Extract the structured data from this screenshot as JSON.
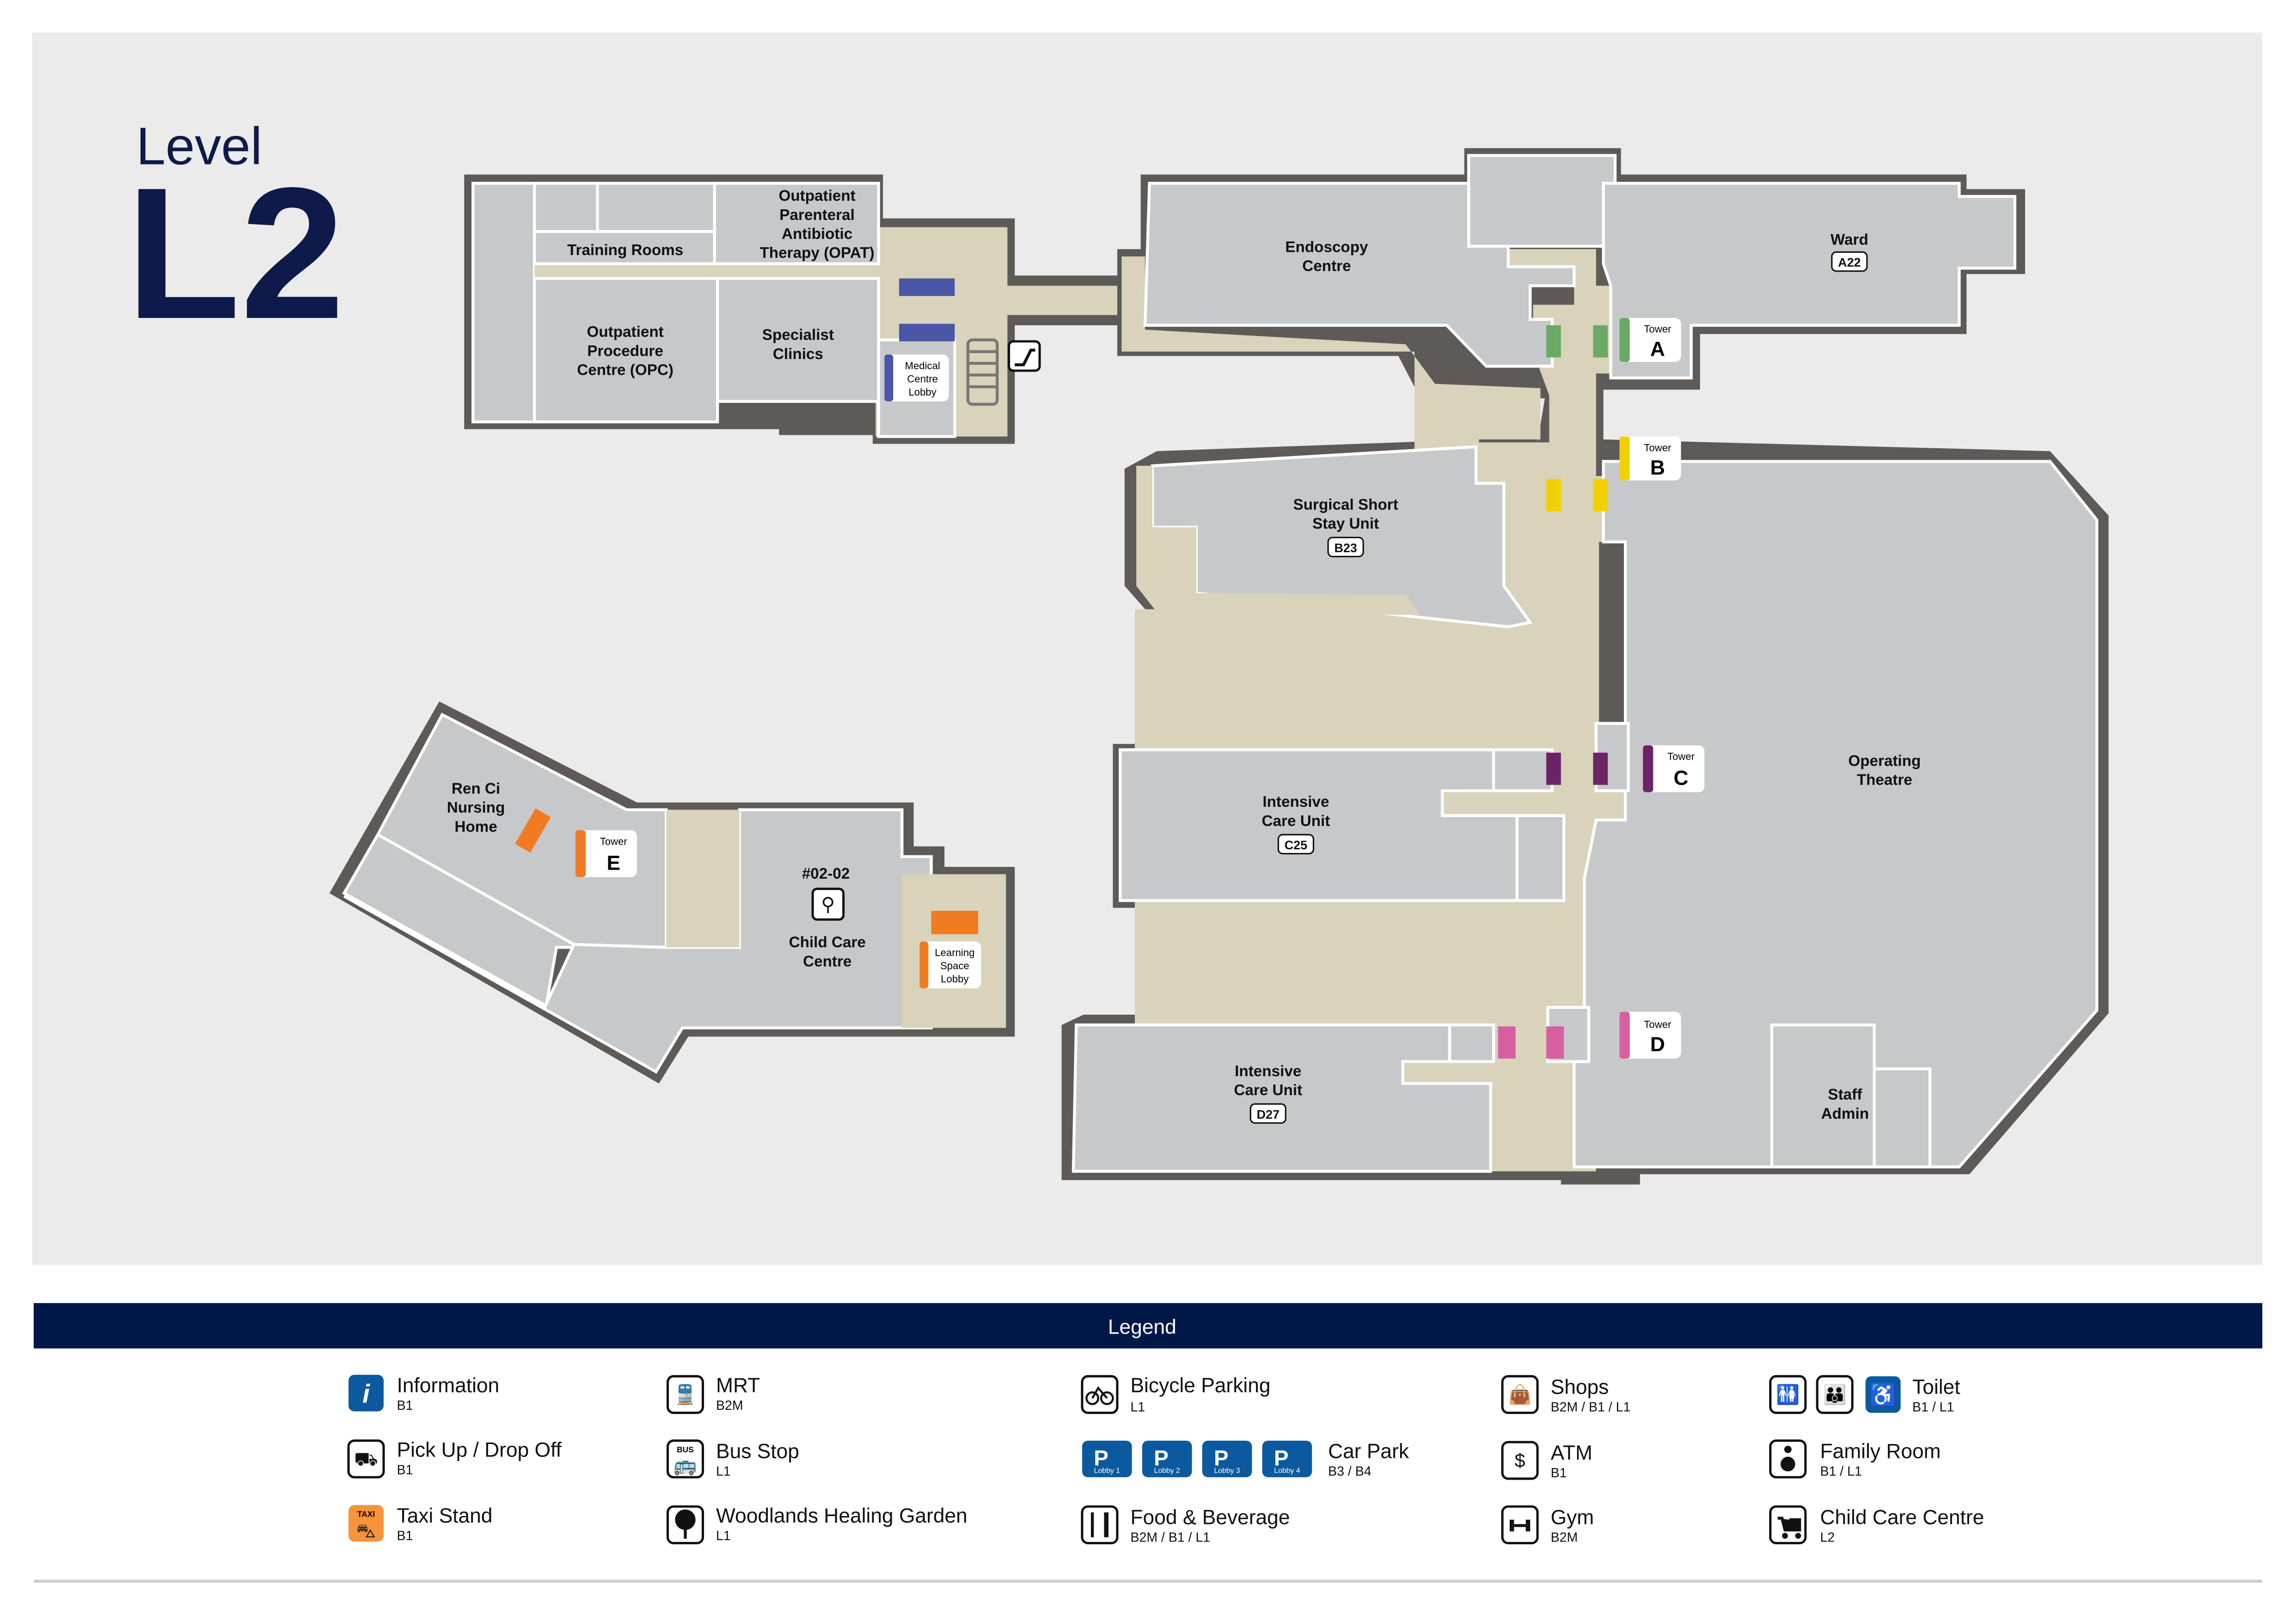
{
  "title": {
    "level_word": "Level",
    "level_code": "L2"
  },
  "areas": {
    "training_rooms": "Training Rooms",
    "opat": [
      "Outpatient",
      "Parenteral",
      "Antibiotic",
      "Therapy (OPAT)"
    ],
    "opc": [
      "Outpatient",
      "Procedure",
      "Centre (OPC)"
    ],
    "specialist": [
      "Specialist",
      "Clinics"
    ],
    "medical_lobby": [
      "Medical",
      "Centre",
      "Lobby"
    ],
    "endoscopy": [
      "Endoscopy",
      "Centre"
    ],
    "ward": {
      "name": "Ward",
      "code": "A22"
    },
    "surgical": {
      "lines": [
        "Surgical Short",
        "Stay Unit"
      ],
      "code": "B23"
    },
    "icu_c": {
      "lines": [
        "Intensive",
        "Care Unit"
      ],
      "code": "C25"
    },
    "icu_d": {
      "lines": [
        "Intensive",
        "Care Unit"
      ],
      "code": "D27"
    },
    "operating": [
      "Operating",
      "Theatre"
    ],
    "staff": [
      "Staff",
      "Admin"
    ],
    "renci": [
      "Ren Ci",
      "Nursing",
      "Home"
    ],
    "childcare": {
      "unit": "#02-02",
      "lines": [
        "Child Care",
        "Centre"
      ]
    },
    "learning_lobby": [
      "Learning",
      "Space",
      "Lobby"
    ]
  },
  "towers": [
    {
      "label": "Tower",
      "letter": "A",
      "color": "#6aaa64"
    },
    {
      "label": "Tower",
      "letter": "B",
      "color": "#f2d000"
    },
    {
      "label": "Tower",
      "letter": "C",
      "color": "#6b2466"
    },
    {
      "label": "Tower",
      "letter": "D",
      "color": "#d65fa0"
    },
    {
      "label": "Tower",
      "letter": "E",
      "color": "#f07b22"
    }
  ],
  "colors": {
    "navy": "#001848",
    "medical_centre": "#4a56a6",
    "corridor": "#d9d3bb",
    "room": "#c7c8ca",
    "wall": "#5e5a57",
    "blue_icon": "#0b5aa0",
    "taxi": "#f7943b"
  },
  "legend": {
    "title": "Legend",
    "items": [
      {
        "name": "Information",
        "levels": "B1",
        "icon": "info-icon"
      },
      {
        "name": "Pick Up / Drop Off",
        "levels": "B1",
        "icon": "pickup-dropoff-icon"
      },
      {
        "name": "Taxi Stand",
        "levels": "B1",
        "icon": "taxi-icon"
      },
      {
        "name": "MRT",
        "levels": "B2M",
        "icon": "train-icon"
      },
      {
        "name": "Bus Stop",
        "levels": "L1",
        "icon": "bus-icon"
      },
      {
        "name": "Woodlands Healing Garden",
        "levels": "L1",
        "icon": "tree-icon"
      },
      {
        "name": "Bicycle Parking",
        "levels": "L1",
        "icon": "bicycle-icon"
      },
      {
        "name": "Car Park",
        "levels": "B3 / B4",
        "icon": "parking-icon"
      },
      {
        "name": "Food & Beverage",
        "levels": "B2M / B1 / L1",
        "icon": "cutlery-icon"
      },
      {
        "name": "Shops",
        "levels": "B2M / B1 / L1",
        "icon": "shopping-bag-icon"
      },
      {
        "name": "ATM",
        "levels": "B1",
        "icon": "atm-icon"
      },
      {
        "name": "Gym",
        "levels": "B2M",
        "icon": "dumbbell-icon"
      },
      {
        "name": "Toilet",
        "levels": "B1 / L1",
        "icon": "toilet-icon"
      },
      {
        "name": "Family Room",
        "levels": "B1 / L1",
        "icon": "family-room-icon"
      },
      {
        "name": "Child Care Centre",
        "levels": "L2",
        "icon": "stroller-icon"
      }
    ],
    "car_park_lobbies": [
      "Lobby 1",
      "Lobby 2",
      "Lobby 3",
      "Lobby 4"
    ],
    "taxi_text": "TAXI",
    "bus_text": "BUS"
  }
}
